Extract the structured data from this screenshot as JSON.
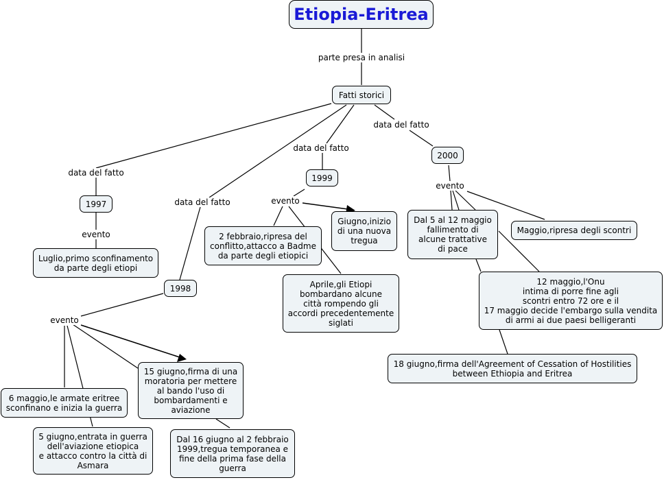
{
  "title": "Etiopia-Eritrea",
  "link_labels": {
    "root_to_facts": "parte presa in analisi",
    "date_1997": "data del fatto",
    "date_1998": "data del fatto",
    "date_1999": "data del fatto",
    "date_2000": "data del fatto",
    "event_1997": "evento",
    "event_1998": "evento",
    "event_1999": "evento",
    "event_2000": "evento"
  },
  "nodes": {
    "facts": "Fatti storici",
    "y1997": "1997",
    "y1998": "1998",
    "y1999": "1999",
    "y2000": "2000",
    "e1997_luglio": "Luglio,primo sconfinamento\nda parte degli etiopi",
    "e1998_6maggio": "6 maggio,le armate eritree\nsconfinano e inizia la guerra",
    "e1998_5giugno": "5 giugno,entrata in guerra\ndell'aviazione etiopica\ne attacco contro la città di\nAsmara",
    "e1998_15giugno": "15 giugno,firma di una\nmoratoria per mettere\nal bando l'uso di\nbombardamenti e\naviazione",
    "e1998_16giugno": "Dal 16 giugno al 2 febbraio\n1999,tregua temporanea e\nfine della prima fase della\nguerra",
    "e1999_2febbraio": "2 febbraio,ripresa del\nconflitto,attacco a Badme\nda parte degli etiopici",
    "e1999_aprile": "Aprile,gli Etiopi\nbombardano alcune\ncittà rompendo gli\naccordi precedentemente\nsiglati",
    "e1999_giugno": "Giugno,inizio\ndi una nuova\ntregua",
    "e2000_5maggio": "Dal 5 al 12 maggio\nfallimento di\nalcune trattative\ndi pace",
    "e2000_maggio": "Maggio,ripresa degli scontri",
    "e2000_12maggio": "12 maggio,l'Onu\nintima di porre fine agli\nscontri entro 72 ore e il\n17 maggio decide l'embargo sulla vendita\ndi armi ai due paesi belligeranti",
    "e2000_18giugno": "18 giugno,firma dell'Agreement of Cessation of Hostilities\nbetween Ethiopia and Eritrea"
  },
  "colors": {
    "title_text": "#1a1ad6",
    "node_fill": "#eef3f6",
    "border": "#000000"
  }
}
